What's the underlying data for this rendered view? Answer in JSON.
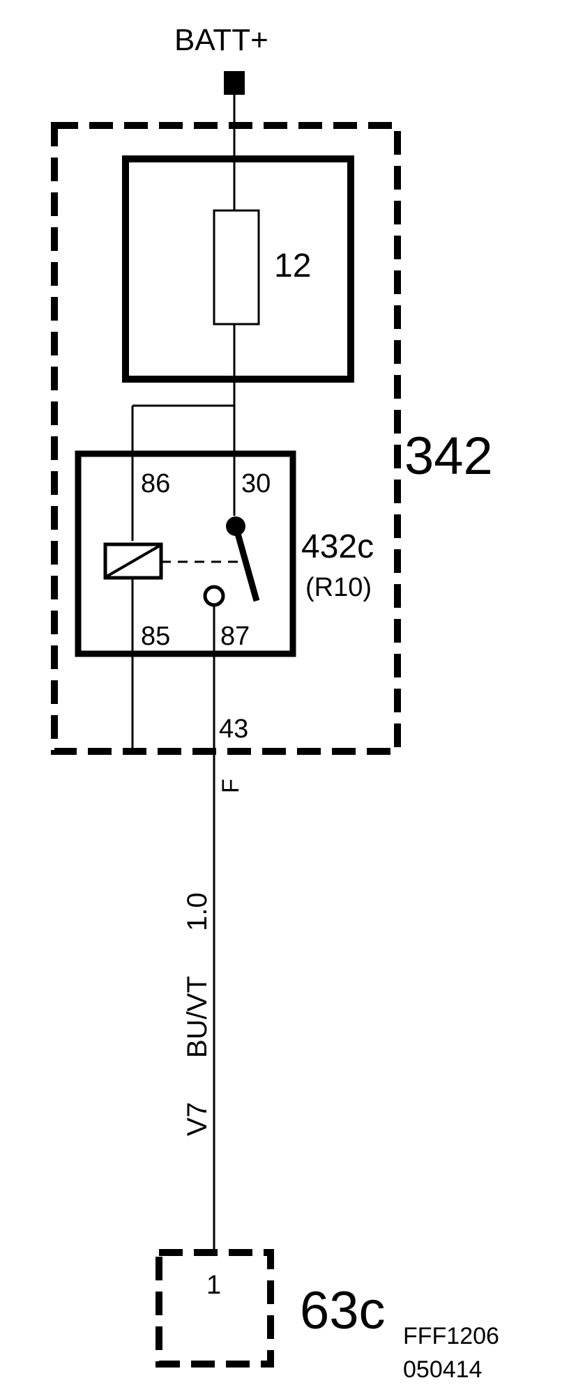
{
  "supply_label": "BATT+",
  "module_label": "342",
  "fuse_number": "12",
  "relay": {
    "id": "432c",
    "ref": "(R10)",
    "pins": {
      "p86": "86",
      "p30": "30",
      "p85": "85",
      "p87": "87"
    }
  },
  "connector_pin": "43",
  "connector_letter": "F",
  "wire": {
    "id": "V7",
    "color": "BU/VT",
    "size": "1.0"
  },
  "component": {
    "id": "63c",
    "pin": "1"
  },
  "drawing_ref": "FFF1206",
  "drawing_date": "050414"
}
